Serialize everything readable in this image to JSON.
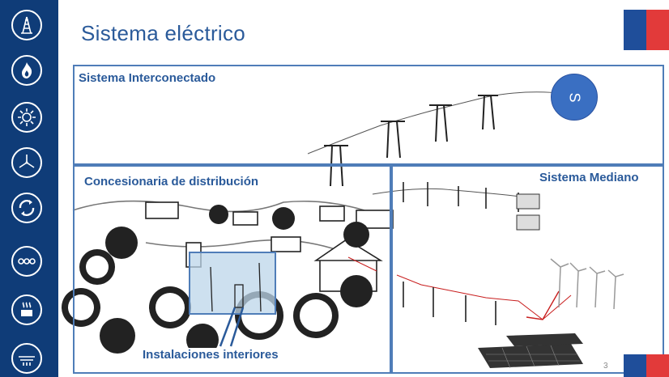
{
  "slide": {
    "title": "Sistema eléctrico",
    "page_number": "3"
  },
  "sections": {
    "interconnected": "Sistema Interconectado",
    "distribution": "Concesionaria de distribución",
    "medium": "Sistema Mediano",
    "interior": "Instalaciones interiores"
  },
  "circle_label": "S",
  "sidebar_icons": [
    "oil-derrick-icon",
    "flame-icon",
    "sun-icon",
    "wind-turbine-icon",
    "recycle-icon",
    "sea-waves-icon",
    "geothermal-icon",
    "power-lines-icon"
  ],
  "colors": {
    "sidebar": "#0f3c78",
    "accent": "#2a5a9a",
    "box_border": "#4f7db8",
    "flag_blue": "#1f4e9a",
    "flag_red": "#e23a3a"
  }
}
